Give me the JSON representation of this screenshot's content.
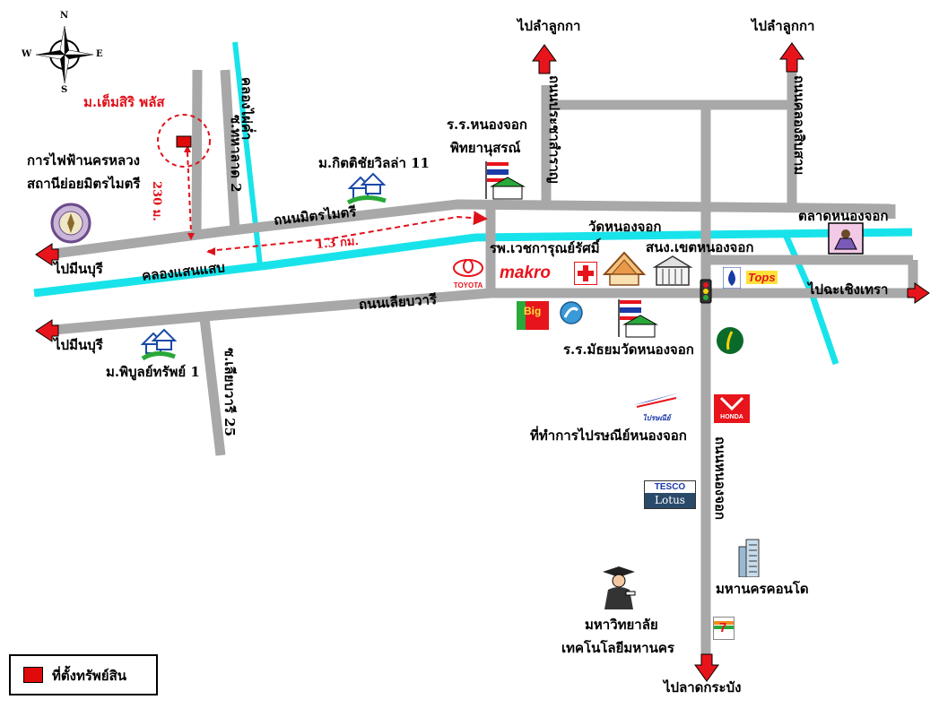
{
  "compass": {
    "north": "N",
    "south": "S",
    "east": "E",
    "west": "W"
  },
  "property": {
    "name": "ม.เต็มสิริ พลัส",
    "distance_to_road": "230 ม."
  },
  "distance_label": "1.3 กม.",
  "roads": {
    "mittraphap": "ถนนมิตรไมตรี",
    "liab_wari": "ถนนเลียบวารี",
    "liab_wari_25": "ซ.เลียบวารี 25",
    "ha_ta_lat_2": "ซ.ทหาลาด 2",
    "nong_chok_main": "ถนนหนองจอก",
    "khlong_sip_sam": "ถนนคลองสิบสาม",
    "pracha_samran": "ถนนประชาสำราญ"
  },
  "canals": {
    "saen_saep": "คลองแสนแสบ",
    "kho_phai": "คลองไผ่ค่ำ"
  },
  "directions": {
    "lam_luk_ka_left": "ไปลำลูกกา",
    "lam_luk_ka_right": "ไปลำลูกกา",
    "min_buri_top": "ไปมีนบุรี",
    "min_buri_bottom": "ไปมีนบุรี",
    "chachoengsao": "ไปฉะเชิงเทรา",
    "lat_krabang": "ไปลาดกระบัง"
  },
  "places": {
    "electric_line1": "การไฟฟ้านครหลวง",
    "electric_line2": "สถานีย่อยมิตรไมตรี",
    "kitchai_villa": "ม.กิตติชัยวิลล่า 11",
    "school_line1": "ร.ร.หนองจอก",
    "school_line2": "พิทยานุสรณ์",
    "wat_nong_chok": "วัดหนองจอก",
    "hospital": "รพ.เวชการุณย์รัศมิ์",
    "district_office": "สนง.เขตหนองจอก",
    "market": "ตลาดหนองจอก",
    "mattayom_school": "ร.ร.มัธยมวัดหนองจอก",
    "post_office": "ที่ทำการไปรษณีย์หนองจอก",
    "mahanakorn_condo": "มหานครคอนโด",
    "university_line1": "มหาวิทยาลัย",
    "university_line2": "เทคโนโลยีมหานคร",
    "phibun_sap": "ม.พิบูลย์ทรัพย์ 1"
  },
  "brands": {
    "toyota": "TOYOTA",
    "makro": "makro",
    "big_c": "Big",
    "tops": "Tops",
    "tesco": "TESCO",
    "lotus": "Lotus",
    "thai_post": "ไปรษณีย์",
    "honda": "HONDA",
    "seven_eleven": "7"
  },
  "legend": {
    "label": "ที่ตั้งทรัพย์สิน"
  },
  "colors": {
    "road": "#a8a8a8",
    "canal": "#19e3ea",
    "arrow": "#e8141c",
    "property": "#e00a0a",
    "legend_swatch": "#e00a0a"
  }
}
